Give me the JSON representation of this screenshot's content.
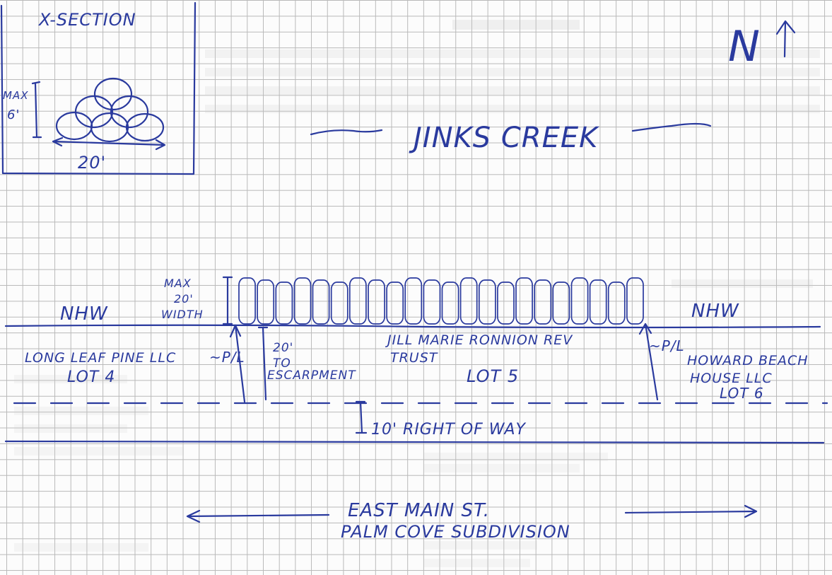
{
  "cross_section": {
    "title": "X-SECTION",
    "height_label_top": "MAX",
    "height_label_bottom": "6'",
    "width_label": "20'"
  },
  "north_label": "N",
  "creek_label": "JINKS CREEK",
  "nhw_left": "NHW",
  "nhw_right": "NHW",
  "max_width_label": [
    "MAX",
    "20'",
    "WIDTH"
  ],
  "pl_left": "~P/L",
  "pl_right": "~P/L",
  "escarpment_label": [
    "20'",
    "TO",
    "ESCARPMENT"
  ],
  "lots": {
    "lot4_owner": "LONG LEAF PINE LLC",
    "lot4_label": "LOT 4",
    "lot5_owner_line1": "JILL MARIE RONNION REV",
    "lot5_owner_line2": "TRUST",
    "lot5_label": "LOT 5",
    "lot6_owner_line1": "HOWARD BEACH",
    "lot6_owner_line2": "HOUSE LLC",
    "lot6_label": "LOT 6"
  },
  "right_of_way_label": "10' RIGHT OF WAY",
  "street_label": "EAST MAIN ST.",
  "subdivision_label": "PALM COVE SUBDIVISION",
  "colors": {
    "ink": "#2a3a9e",
    "grid": "#b9b9b9",
    "paper": "#fcfcfc"
  }
}
